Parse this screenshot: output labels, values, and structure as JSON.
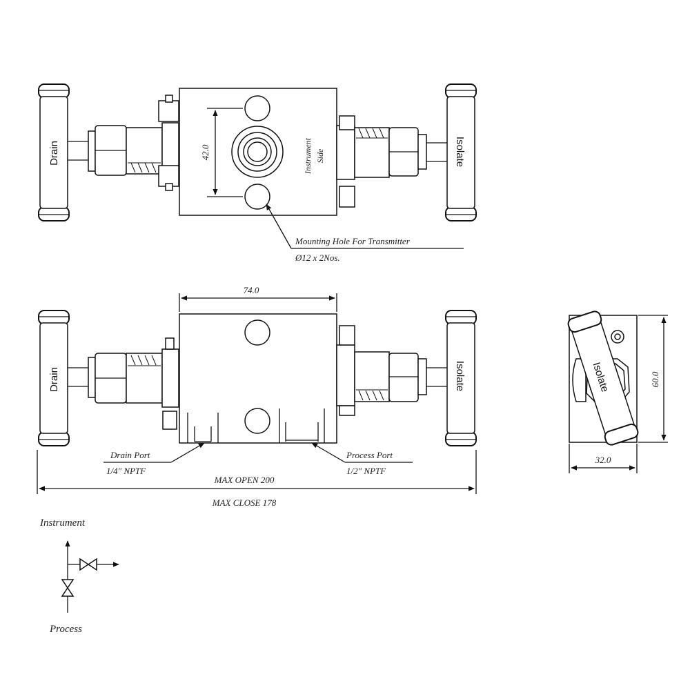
{
  "labels": {
    "drain": "Drain",
    "isolate": "Isolate",
    "instrument_side_1": "Instrument",
    "instrument_side_2": "Side",
    "dim_42": "42.0",
    "mount_hole_title": "Mounting Hole For Transmitter",
    "mount_hole_spec": "Ø12 x 2Nos.",
    "dim_74": "74.0",
    "drain_port_title": "Drain Port",
    "drain_port_spec": "1/4\" NPTF",
    "process_port_title": "Process Port",
    "process_port_spec": "1/2\" NPTF",
    "max_open": "MAX OPEN 200",
    "max_close": "MAX CLOSE 178",
    "dim_60": "60.0",
    "dim_32": "32.0",
    "schematic_instrument": "Instrument",
    "schematic_process": "Process"
  },
  "colors": {
    "line": "#111111",
    "background": "#ffffff"
  }
}
